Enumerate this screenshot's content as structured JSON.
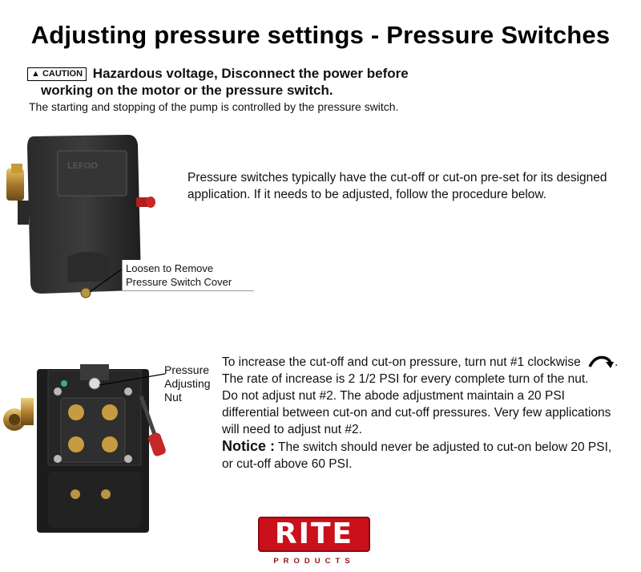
{
  "title": "Adjusting pressure settings - Pressure Switches",
  "caution": {
    "badge": "CAUTION",
    "line1": "Hazardous voltage, Disconnect the power before",
    "line2": "working on the motor or the pressure switch."
  },
  "intro": "The starting and stopping of the pump is controlled by the pressure switch.",
  "paragraph1": "Pressure switches typically have the cut-off or cut-on pre-set for its designed application. If it needs to be adjusted, follow the procedure below.",
  "callout_cover": {
    "line1": "Loosen to Remove",
    "line2": "Pressure Switch Cover"
  },
  "callout_nut": {
    "line1": "Pressure",
    "line2": "Adjusting",
    "line3": "Nut"
  },
  "instructions": {
    "line1": "To increase the cut-off and cut-on pressure, turn nut #1 clockwise",
    "line1_end": ".",
    "line2": "The rate of increase is 2 1/2 PSI for every complete turn of the nut.",
    "line3": "Do not adjust nut #2. The abode adjustment maintain a 20 PSI differential between cut-on and cut-off pressures. Very few applications will need to adjust nut #2.",
    "notice_label": "Notice :",
    "notice_text": "The switch should never be adjusted to cut-on below 20 PSI, or cut-off above 60 PSI."
  },
  "switch_cover_text": {
    "brand": "LEFOO"
  },
  "logo": {
    "name": "RITE",
    "sub": "PRODUCTS",
    "color": "#c9101b"
  },
  "icons": {
    "caution": "warning-triangle-icon",
    "clockwise": "clockwise-arrow-icon"
  }
}
